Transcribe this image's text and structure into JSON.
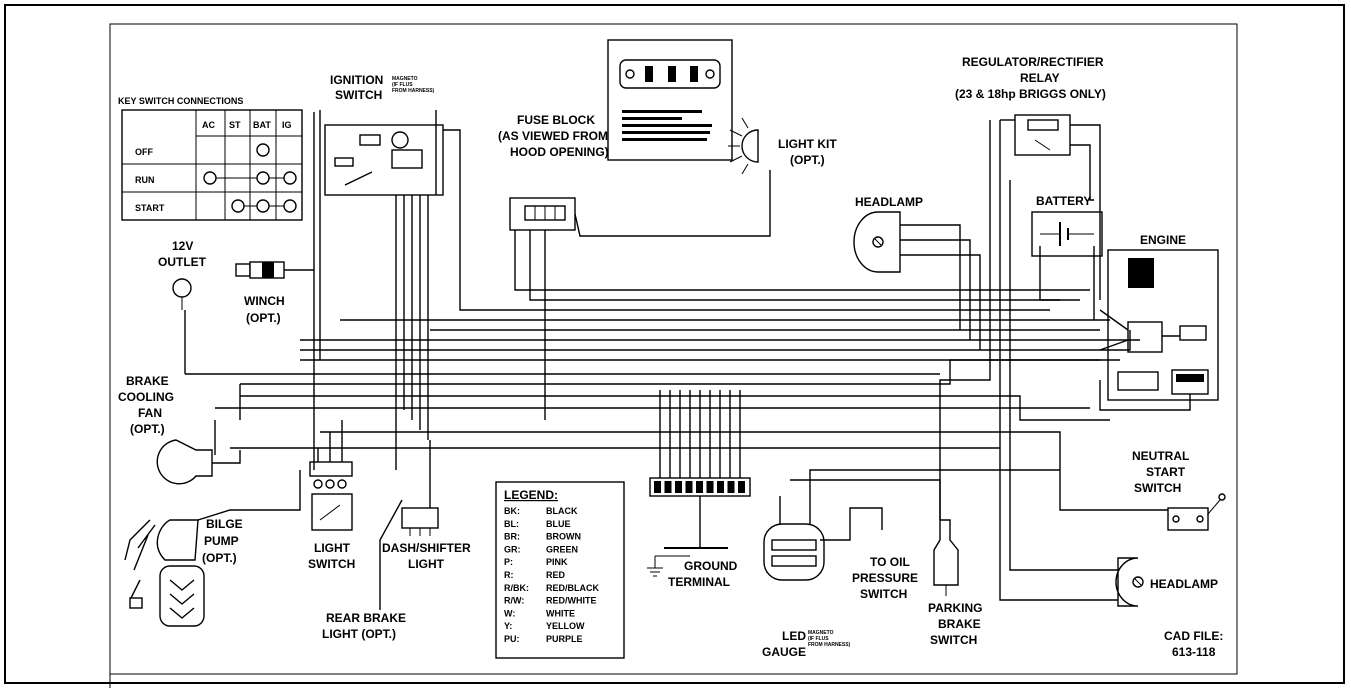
{
  "diagram": {
    "key_switch": {
      "title": "KEY SWITCH CONNECTIONS",
      "columns": [
        "AC",
        "ST",
        "BAT",
        "IG"
      ],
      "rows": [
        "OFF",
        "RUN",
        "START"
      ]
    },
    "labels": {
      "ignition_switch": [
        "IGNITION",
        "SWITCH"
      ],
      "ignition_note": [
        "MAGNETO",
        "(IF FLUS",
        "FROM HARNESS)"
      ],
      "fuse_block": [
        "FUSE BLOCK",
        "(AS VIEWED FROM",
        "HOOD OPENING)"
      ],
      "light_kit": [
        "LIGHT KIT",
        "(OPT.)"
      ],
      "regulator": [
        "REGULATOR/RECTIFIER",
        "RELAY",
        "(23 & 18hp BRIGGS ONLY)"
      ],
      "headlamp_top": "HEADLAMP",
      "battery": "BATTERY",
      "engine": "ENGINE",
      "outlet_12v": [
        "12V",
        "OUTLET"
      ],
      "winch": [
        "WINCH",
        "(OPT.)"
      ],
      "brake_fan": [
        "BRAKE",
        "COOLING",
        "FAN",
        "(OPT.)"
      ],
      "bilge_pump": [
        "BILGE",
        "PUMP",
        "(OPT.)"
      ],
      "light_switch": [
        "LIGHT",
        "SWITCH"
      ],
      "dash_light": [
        "DASH/SHIFTER",
        "LIGHT"
      ],
      "rear_brake": [
        "REAR BRAKE",
        "LIGHT (OPT.)"
      ],
      "ground_terminal": [
        "GROUND",
        "TERMINAL"
      ],
      "led_gauge": [
        "LED",
        "GAUGE"
      ],
      "led_note": [
        "MAGNETO",
        "(IF FLUS",
        "FROM HARNESS)"
      ],
      "oil_switch": [
        "TO OIL",
        "PRESSURE",
        "SWITCH"
      ],
      "parking_brake": [
        "PARKING",
        "BRAKE",
        "SWITCH"
      ],
      "neutral_switch": [
        "NEUTRAL",
        "START",
        "SWITCH"
      ],
      "headlamp_bottom": "HEADLAMP",
      "cad_file": [
        "CAD FILE:",
        "613-118"
      ]
    },
    "legend": {
      "title": "LEGEND:",
      "entries": [
        [
          "BK:",
          "BLACK"
        ],
        [
          "BL:",
          "BLUE"
        ],
        [
          "BR:",
          "BROWN"
        ],
        [
          "GR:",
          "GREEN"
        ],
        [
          "P:",
          "PINK"
        ],
        [
          "R:",
          "RED"
        ],
        [
          "R/BK:",
          "RED/BLACK"
        ],
        [
          "R/W:",
          "RED/WHITE"
        ],
        [
          "W:",
          "WHITE"
        ],
        [
          "Y:",
          "YELLOW"
        ],
        [
          "PU:",
          "PURPLE"
        ]
      ]
    }
  }
}
